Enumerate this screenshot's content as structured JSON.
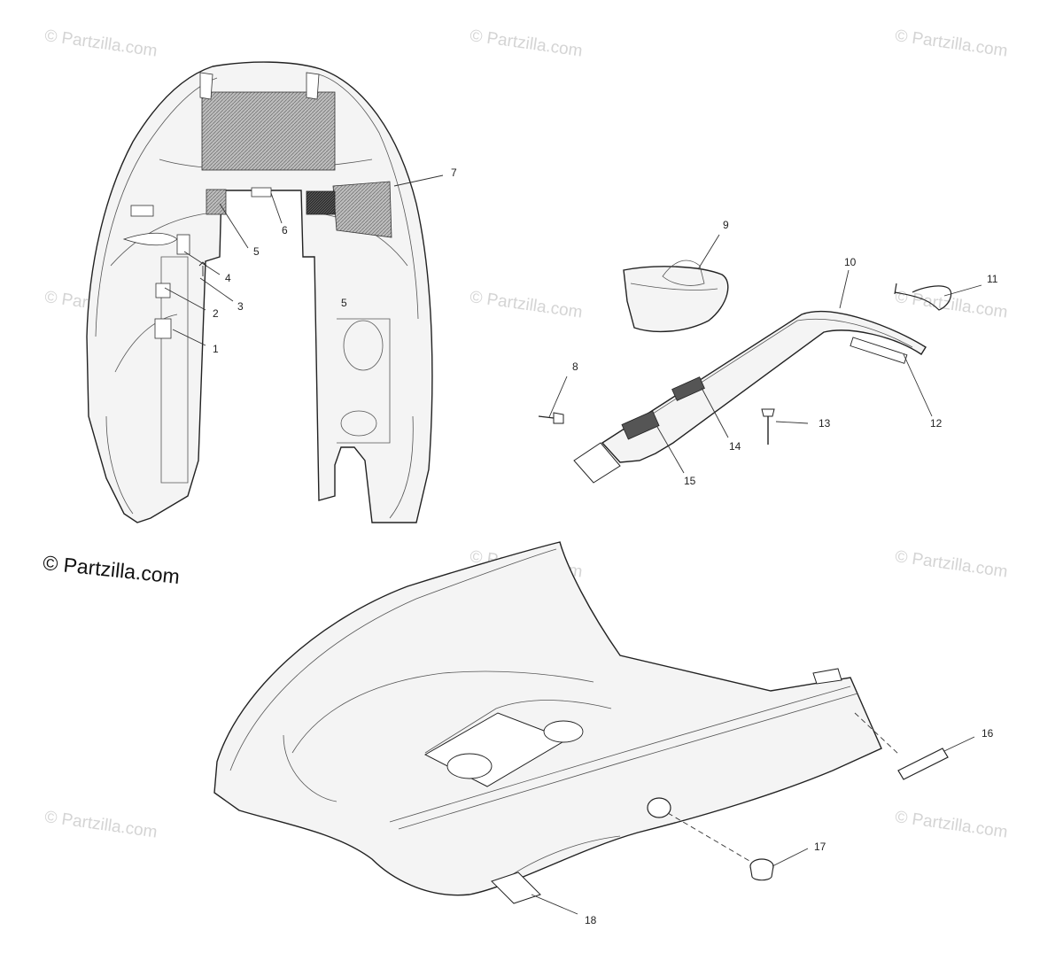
{
  "watermarks": {
    "repeated": "© Partzilla.com",
    "main": "© Partzilla.com"
  },
  "callouts": [
    "1",
    "2",
    "3",
    "4",
    "5",
    "5",
    "6",
    "7",
    "8",
    "9",
    "10",
    "11",
    "12",
    "13",
    "14",
    "15",
    "16",
    "17",
    "18"
  ]
}
